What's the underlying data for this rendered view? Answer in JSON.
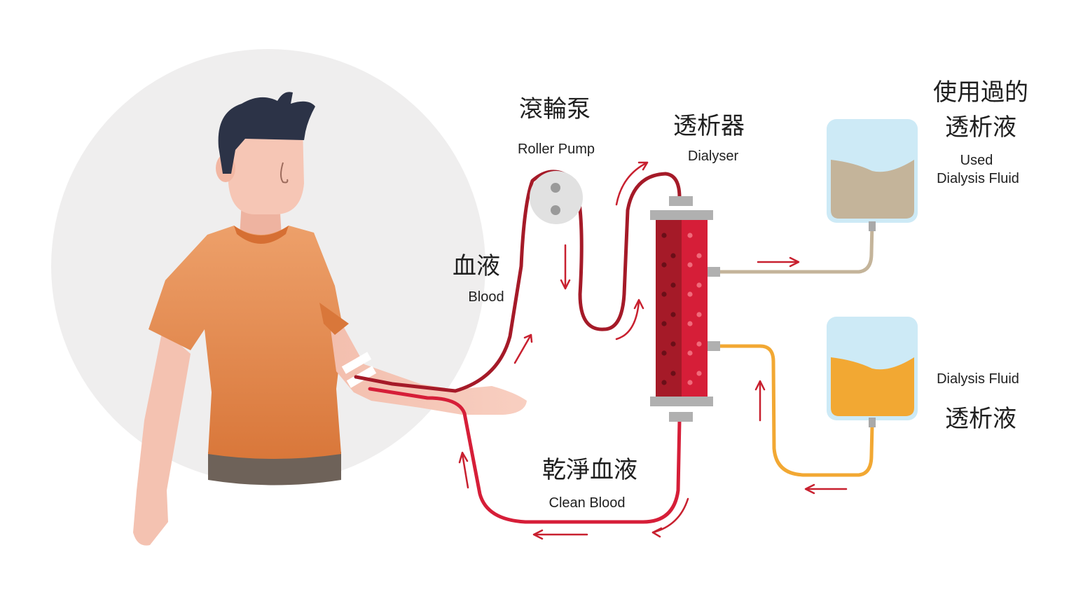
{
  "labels": {
    "pump_zh": "滾輪泵",
    "pump_en": "Roller Pump",
    "dialyser_zh": "透析器",
    "dialyser_en": "Dialyser",
    "used_zh_line1": "使用過的",
    "used_zh_line2": "透析液",
    "used_en_line1": "Used",
    "used_en_line2": "Dialysis Fluid",
    "blood_zh": "血液",
    "blood_en": "Blood",
    "fluid_en": "Dialysis Fluid",
    "fluid_zh": "透析液",
    "clean_zh": "乾淨血液",
    "clean_en": "Clean Blood"
  },
  "colors": {
    "background_circle": "#efeeee",
    "shirt": "#e58a4b",
    "skin": "#f6c6b5",
    "hair": "#2c3347",
    "pants": "#6e6259",
    "blood_dark": "#a51a28",
    "blood_clean": "#d61e38",
    "used_fluid": "#c4b49a",
    "fresh_fluid": "#f2a833",
    "bag": "#cdeaf6",
    "connector": "#a9a9a9"
  },
  "icons": [
    "patient-figure",
    "roller-pump-icon",
    "dialyser-icon",
    "used-fluid-bag-icon",
    "fresh-fluid-bag-icon",
    "flow-arrow-icon"
  ]
}
